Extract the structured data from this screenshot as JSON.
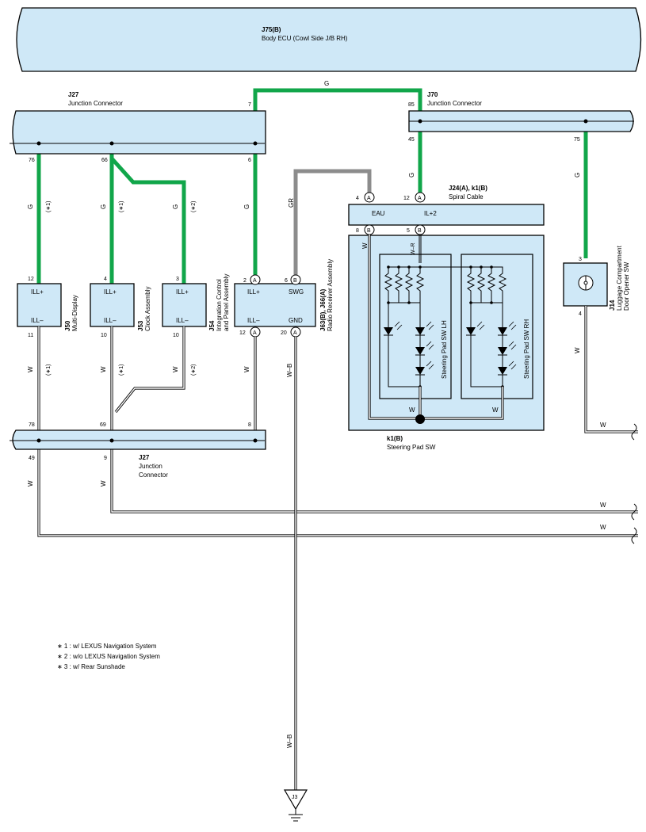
{
  "components": {
    "body_ecu": {
      "id": "J75(B)",
      "name": "Body ECU (Cowl Side J/B RH)"
    },
    "j27_top": {
      "id": "J27",
      "name": "Junction Connector"
    },
    "j70": {
      "id": "J70",
      "name": "Junction Connector"
    },
    "spiral": {
      "id": "J24(A), k1(B)",
      "name": "Spiral Cable",
      "term_eau": "EAU",
      "term_il2": "IL+2"
    },
    "j50": {
      "id": "J50",
      "name": "Multi-Display"
    },
    "j53": {
      "id": "J53",
      "name": "Clock Assembly"
    },
    "j54": {
      "id": "J54",
      "name1": "Integration Control",
      "name2": "and Panel Assembly"
    },
    "j63": {
      "id": "J63(B), J66(A)",
      "name": "Radio Receiver Assembly",
      "swg": "SWG",
      "gnd": "GND"
    },
    "j14": {
      "id": "J14",
      "name1": "Luggage Compartment",
      "name2": "Door Opener SW"
    },
    "k1": {
      "id": "k1(B)",
      "name": "Steering Pad SW",
      "lh": "Steering Pad SW LH",
      "rh": "Steering Pad SW RH"
    },
    "j27_bottom": {
      "id": "J27",
      "name1": "Junction",
      "name2": "Connector"
    },
    "ground": {
      "id": "J3"
    },
    "ill_plus": "ILL+",
    "ill_minus": "ILL–"
  },
  "pins": {
    "p7": "7",
    "p85": "85",
    "p76": "76",
    "p66": "66",
    "p6": "6",
    "p45": "45",
    "p75": "75",
    "p4": "4",
    "p12": "12",
    "p8": "8",
    "p5": "5",
    "p3": "3",
    "p2": "2",
    "p10": "10",
    "p11": "11",
    "p20": "20",
    "p78": "78",
    "p69": "69",
    "p49": "49",
    "p9": "9",
    "conn_a": "A",
    "conn_b": "B"
  },
  "wires": {
    "g": "G",
    "gr": "GR",
    "w": "W",
    "wb": "W–B",
    "wr": "W–R",
    "n1": "(∗1)",
    "n2": "(∗2)"
  },
  "notes": [
    "∗ 1 : w/ LEXUS Navigation System",
    "∗ 2 : w/o LEXUS Navigation System",
    "∗ 3 : w/ Rear Sunshade"
  ]
}
